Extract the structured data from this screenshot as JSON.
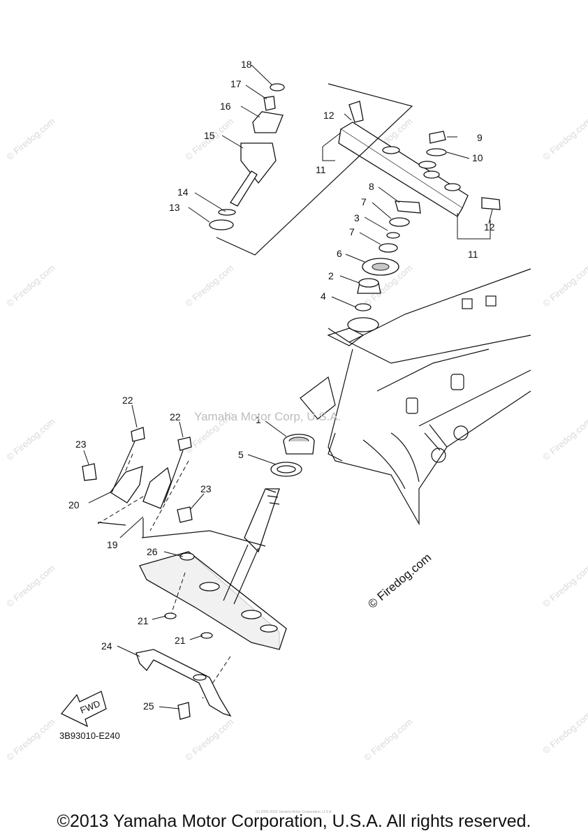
{
  "callouts": [
    "1",
    "2",
    "3",
    "4",
    "5",
    "6",
    "7",
    "7",
    "8",
    "9",
    "10",
    "11",
    "11",
    "12",
    "12",
    "13",
    "14",
    "15",
    "16",
    "17",
    "18",
    "19",
    "20",
    "21",
    "21",
    "22",
    "22",
    "23",
    "23",
    "24",
    "25",
    "26"
  ],
  "diagram_code": "3B93010-E240",
  "fwd_label": "FWD",
  "watermark_text": "© Firedog.com",
  "center_watermark": "Yamaha Motor Corp, U.S.A.",
  "firedog_label": "© Firedog.com",
  "tiny_notice": "(c) 2000-2015 Yamaha Motor Corporation, U.S.A.",
  "footer": "©2013 Yamaha Motor Corporation, U.S.A. All rights reserved."
}
